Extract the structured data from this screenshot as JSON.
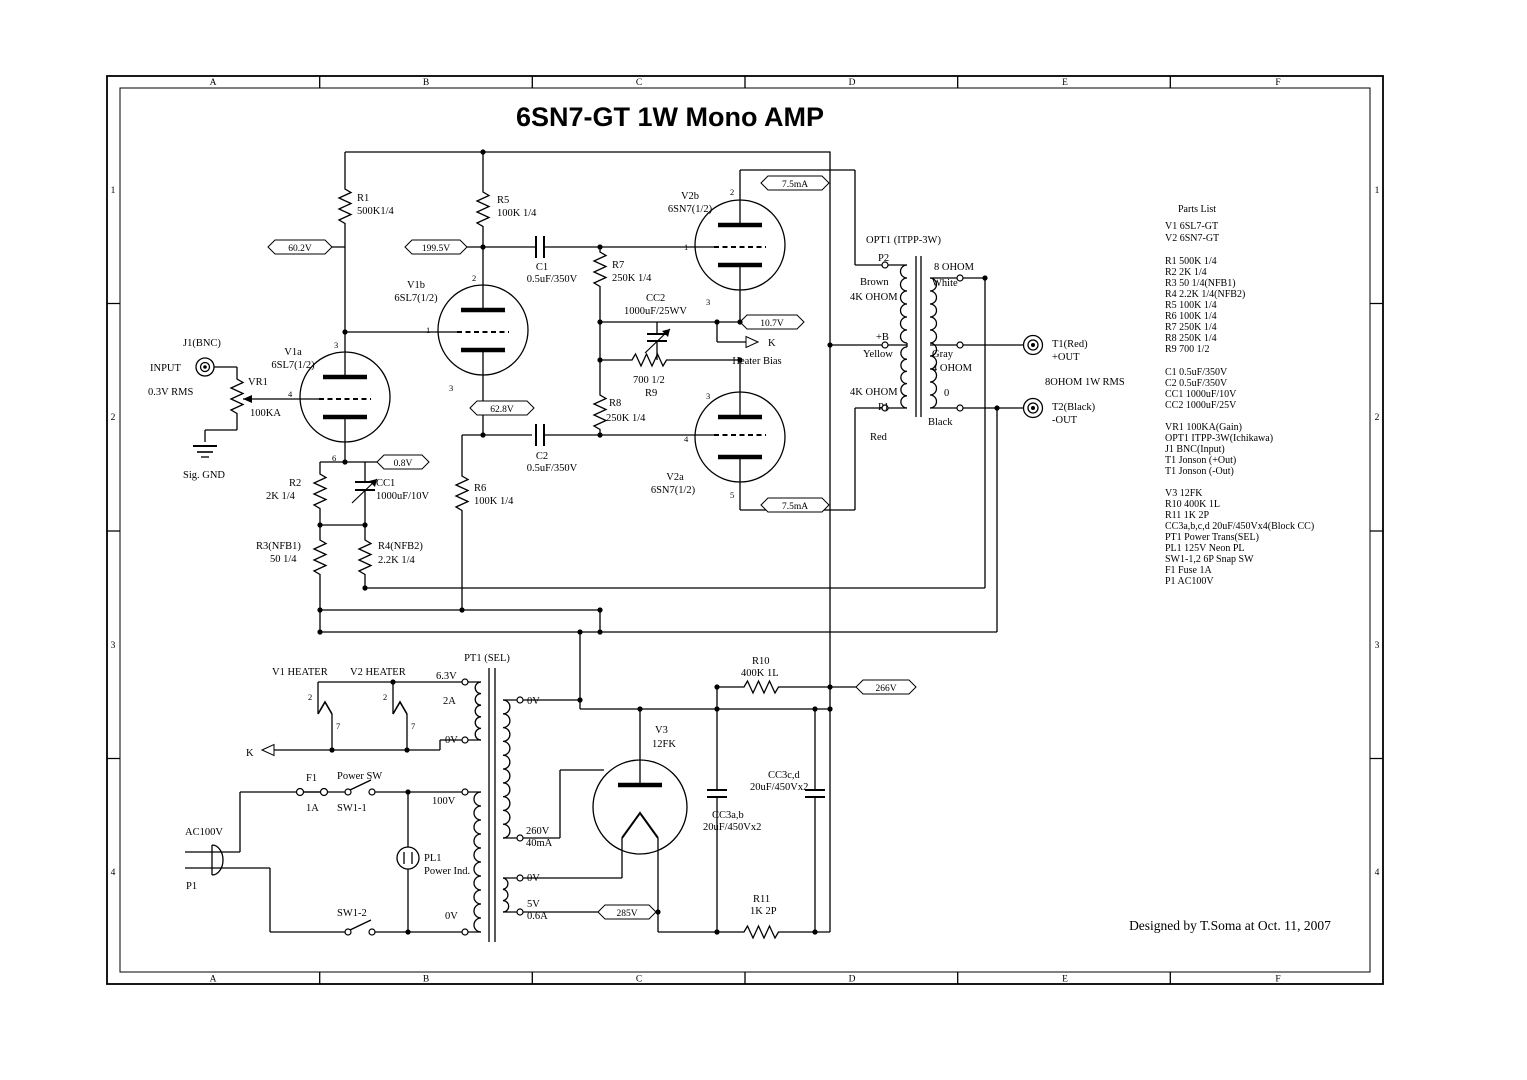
{
  "title": "6SN7-GT 1W Mono AMP",
  "credit": "Designed by T.Soma at Oct. 11, 2007",
  "frame": {
    "cols": [
      "A",
      "B",
      "C",
      "D",
      "E",
      "F"
    ],
    "rows": [
      "1",
      "2",
      "3",
      "4"
    ]
  },
  "callouts": {
    "anode_v1a": "60.2V",
    "anode_v1b": "199.5V",
    "bias": "10.7V",
    "cathode_v1b": "62.8V",
    "cathode_v1a": "0.8V",
    "current_top": "7.5mA",
    "current_bottom": "7.5mA",
    "b_plus": "266V",
    "rectifier_out": "285V"
  },
  "amp": {
    "r1": "R1",
    "r1_val": "500K1/4",
    "r5": "R5",
    "r5_val": "100K 1/4",
    "c1": "C1",
    "c1_val": "0.5uF/350V",
    "c2": "C2",
    "c2_val": "0.5uF/350V",
    "r7": "R7",
    "r7_val": "250K 1/4",
    "r8": "R8",
    "r8_val": "250K 1/4",
    "r9": "R9",
    "r9_val": "700 1/2",
    "cc1": "CC1",
    "cc1_val": "1000uF/10V",
    "cc2": "CC2",
    "cc2_val": "1000uF/25WV",
    "r2": "R2",
    "r2_val": "2K 1/4",
    "r6": "R6",
    "r6_val": "100K 1/4",
    "r3": "R3(NFB1)",
    "r3_val": "50 1/4",
    "r4": "R4(NFB2)",
    "r4_val": "2.2K 1/4",
    "v1a": "V1a",
    "v1a_type": "6SL7(1/2)",
    "v1b": "V1b",
    "v1b_type": "6SL7(1/2)",
    "v2a": "V2a",
    "v2a_type": "6SN7(1/2)",
    "v2b": "V2b",
    "v2b_type": "6SN7(1/2)",
    "j1": "J1(BNC)",
    "input": "INPUT",
    "input_level": "0.3V RMS",
    "vr1": "VR1",
    "vr1_val": "100KA",
    "sig_gnd": "Sig. GND",
    "k": "K",
    "heater_bias": "Heater Bias"
  },
  "opt": {
    "name": "OPT1 (ITPP-3W)",
    "p2": "P2",
    "brown": "Brown",
    "pri_top": "4K OHOM",
    "sec_top": "8 OHOM",
    "white": "White",
    "b": "+B",
    "yellow": "Yellow",
    "gray": "Gray",
    "sec_mid": "4 OHOM",
    "pri_bot": "4K OHOM",
    "p1": "P1",
    "red": "Red",
    "zero": "0",
    "black": "Black"
  },
  "out": {
    "t1": "T1(Red)",
    "t1_dir": "+OUT",
    "t2": "T2(Black)",
    "t2_dir": "-OUT",
    "spec": "8OHOM 1W RMS"
  },
  "psu": {
    "pt1": "PT1 (SEL)",
    "v1_heater": "V1  HEATER",
    "v2_heater": "V2  HEATER",
    "v6_3": "6.3V",
    "i2a": "2A",
    "v0_heater": "0V",
    "k": "K",
    "f1": "F1",
    "f1_val": "1A",
    "power_sw": "Power SW",
    "sw1_1": "SW1-1",
    "sw1_2": "SW1-2",
    "v100": "100V",
    "v0_pri": "0V",
    "ac": "AC100V",
    "p1": "P1",
    "pl1": "PL1",
    "pl1_desc": "Power Ind.",
    "v0_sec": "0V",
    "v260": "260V",
    "i40": "40mA",
    "v0_fil": "0V",
    "v5": "5V",
    "i06": "0.6A",
    "v3": "V3",
    "v3_type": "12FK",
    "r10": "R10",
    "r10_val": "400K 1L",
    "r11": "R11",
    "r11_val": "1K 2P",
    "cc3cd": "CC3c,d",
    "cc3cd_val": "20uF/450Vx2",
    "cc3ab": "CC3a,b",
    "cc3ab_val": "20uF/450Vx2"
  },
  "pins": {
    "v1a_p": "3",
    "v1a_g": "4",
    "v1a_k": "6",
    "v1b_p": "2",
    "v1b_g": "1",
    "v1b_k": "3",
    "v2b_p": "2",
    "v2b_g": "1",
    "v2b_k": "3",
    "v2a_p": "5",
    "v2a_g": "4",
    "v2a_k": "3",
    "h1_a": "2",
    "h1_b": "7",
    "h2_a": "2",
    "h2_b": "7"
  },
  "parts": {
    "title": "Parts List",
    "items": [
      "V1 6SL7-GT",
      "V2 6SN7-GT",
      "R1 500K 1/4",
      "R2 2K 1/4",
      "R3 50 1/4(NFB1)",
      "R4 2.2K 1/4(NFB2)",
      "R5 100K 1/4",
      "R6 100K 1/4",
      "R7 250K 1/4",
      "R8 250K 1/4",
      "R9 700 1/2",
      "C1 0.5uF/350V",
      "C2 0.5uF/350V",
      "CC1 1000uF/10V",
      "CC2 1000uF/25V",
      "VR1 100KA(Gain)",
      "OPT1 ITPP-3W(Ichikawa)",
      "J1 BNC(Input)",
      "T1 Jonson (+Out)",
      "T1 Jonson (-Out)",
      "V3 12FK",
      "R10 400K 1L",
      "R11 1K 2P",
      "CC3a,b,c,d 20uF/450Vx4(Block CC)",
      "PT1 Power Trans(SEL)",
      "PL1 125V Neon PL",
      "SW1-1,2 6P Snap SW",
      "F1 Fuse 1A",
      "P1 AC100V"
    ]
  }
}
